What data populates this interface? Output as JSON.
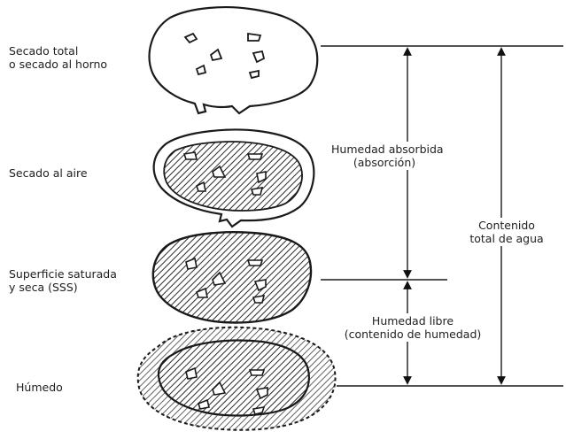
{
  "states": [
    {
      "id": "oven-dry",
      "label": "Secado total\no secado al horno"
    },
    {
      "id": "air-dry",
      "label": "Secado al aire"
    },
    {
      "id": "ssd",
      "label": "Superficie saturada\ny seca (SSS)"
    },
    {
      "id": "wet",
      "label": "Húmedo"
    }
  ],
  "annotations": {
    "absorbed": "Humedad absorbida\n(absorción)",
    "free": "Humedad libre\n(contenido de humedad)",
    "total": "Contenido\ntotal de agua"
  }
}
